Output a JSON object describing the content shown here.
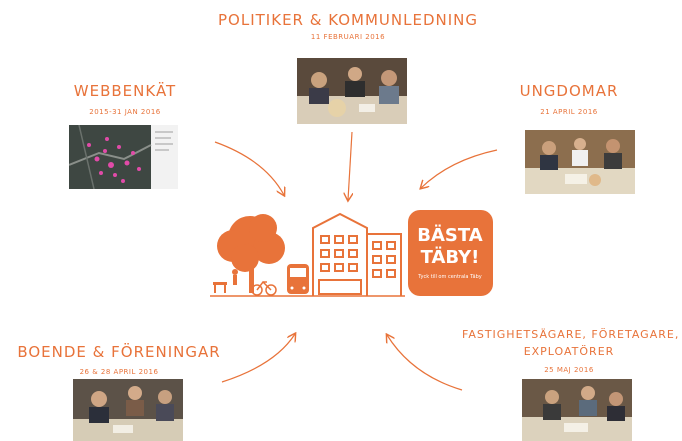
{
  "accent_color": "#e8733a",
  "groups": {
    "politiker": {
      "title": "POLITIKER & KOMMUNLEDNING",
      "date": "11 FEBRUARI 2016"
    },
    "webbenkat": {
      "title": "WEBBENKÄT",
      "date": "2015-31 JAN 2016"
    },
    "ungdomar": {
      "title": "UNGDOMAR",
      "date": "21 APRIL 2016"
    },
    "boende": {
      "title": "BOENDE & FÖRENINGAR",
      "date": "26 & 28 APRIL 2016"
    },
    "fastighet": {
      "title_line1": "FASTIGHETSÄGARE, FÖRETAGARE,",
      "title_line2": "EXPLOATÖRER",
      "date": "25 MAJ 2016"
    }
  },
  "badge": {
    "line1": "BÄSTA",
    "line2": "TÄBY!",
    "tagline": "Tyck till om centrala Täby"
  }
}
